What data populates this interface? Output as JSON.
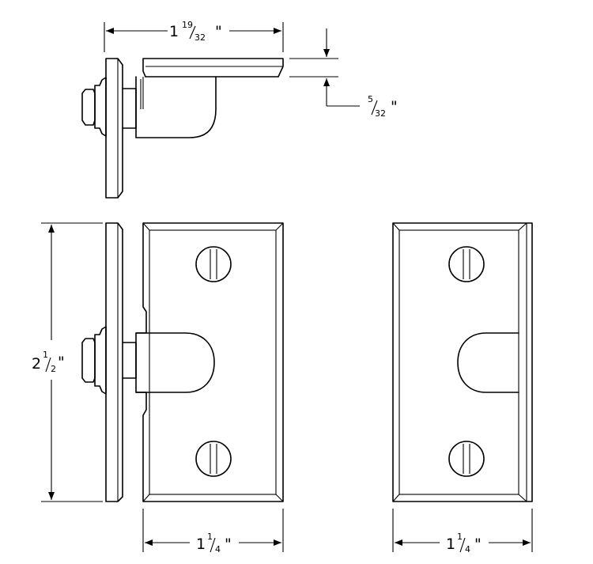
{
  "dimensions": {
    "top_width": {
      "whole": "1",
      "num": "19",
      "den": "32",
      "unit": "\""
    },
    "thickness": {
      "whole": "",
      "num": "5",
      "den": "32",
      "unit": "\""
    },
    "height": {
      "whole": "2",
      "num": "1",
      "den": "2",
      "unit": "\""
    },
    "width_left": {
      "whole": "1",
      "num": "1",
      "den": "4",
      "unit": "\""
    },
    "width_right": {
      "whole": "1",
      "num": "1",
      "den": "4",
      "unit": "\""
    }
  }
}
